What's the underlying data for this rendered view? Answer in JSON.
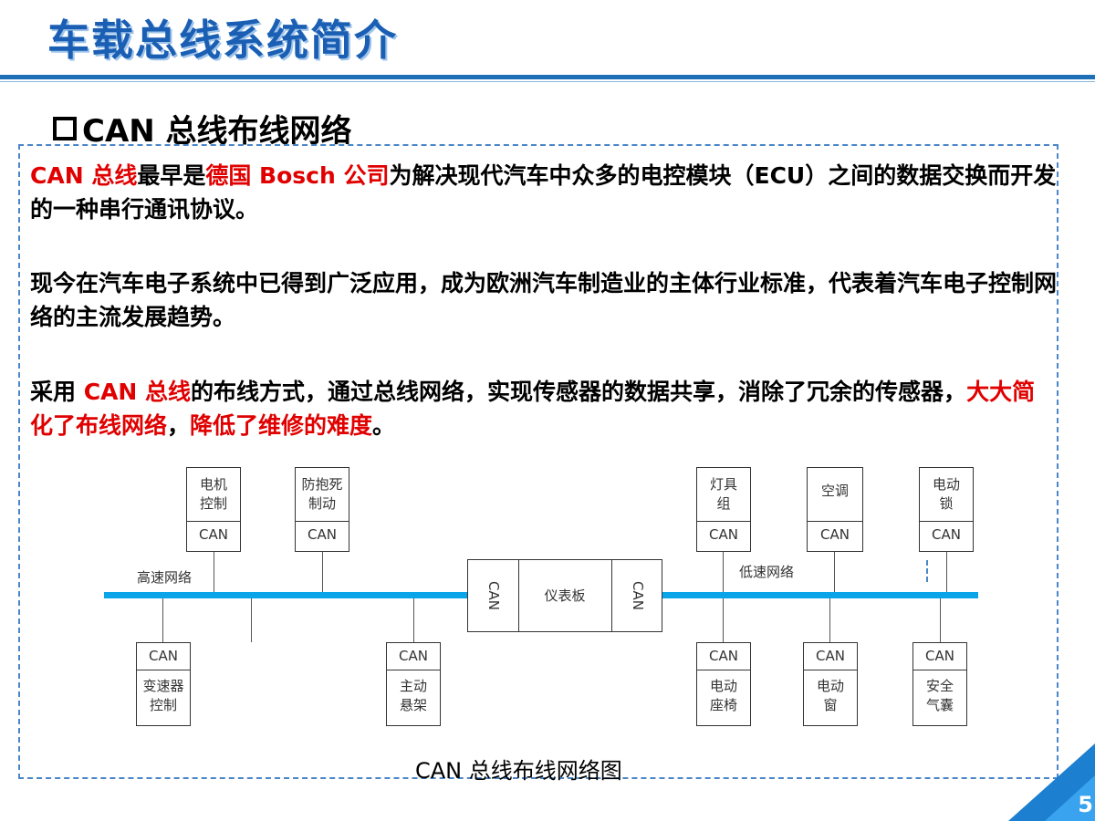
{
  "title": "车载总线系统简介",
  "section_heading": "CAN 总线布线网络",
  "para1": {
    "s1": "CAN 总线",
    "s2": "最早是",
    "s3": "德国 Bosch 公司",
    "s4": "为解决现代汽车中众多的电控模块（ECU）之间的数据交换而开发的一种串行通讯协议。"
  },
  "para2": "现今在汽车电子系统中已得到广泛应用，成为欧洲汽车制造业的主体行业标准，代表着汽车电子控制网络的主流发展趋势。",
  "para3": {
    "s1": "采用 ",
    "s2": "CAN 总线",
    "s3": "的布线方式，通过总线网络，实现传感器的数据共享，消除了冗余的传感器，",
    "s4": "大大简化了布线网络",
    "s5": "，",
    "s6": "降低了维修的难度",
    "s7": "。"
  },
  "diagram": {
    "can_label": "CAN",
    "high_speed_label": "高速网络",
    "low_speed_label": "低速网络",
    "dashboard": "仪表板",
    "top_nodes": [
      "电机\n控制",
      "防抱死\n制动",
      "灯具\n组",
      "空调",
      "电动\n锁"
    ],
    "bottom_nodes": [
      "变速器\n控制",
      "主动\n悬架",
      "电动\n座椅",
      "电动\n窗",
      "安全\n气囊"
    ]
  },
  "caption": "CAN 总线布线网络图",
  "page_number": "5"
}
